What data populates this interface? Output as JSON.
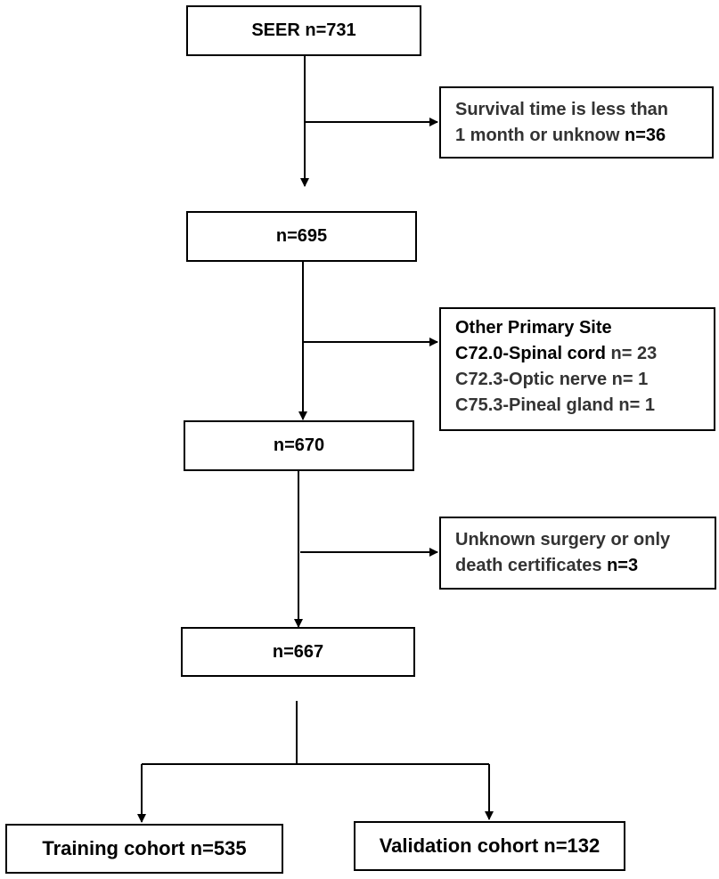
{
  "flowchart": {
    "main_boxes": [
      {
        "label": "SEER n=731"
      },
      {
        "label": "n=695"
      },
      {
        "label": "n=670"
      },
      {
        "label": "n=667"
      }
    ],
    "exclusions": [
      {
        "lines": [
          "Survival time is less than",
          "1 month or unknow "
        ],
        "count": "n=36"
      },
      {
        "heading": "Other Primary Site",
        "items": [
          {
            "text": "C72.0-Spinal cord ",
            "count": "n= 23"
          },
          {
            "text": "C72.3-Optic nerve ",
            "count": "n= 1"
          },
          {
            "text": "C75.3-Pineal gland ",
            "count": "n= 1"
          }
        ]
      },
      {
        "lines": [
          "Unknown surgery or only",
          "death certificates "
        ],
        "count": "n=3"
      }
    ],
    "cohorts": [
      {
        "label": "Training cohort n=535"
      },
      {
        "label": "Validation cohort n=132"
      }
    ]
  }
}
